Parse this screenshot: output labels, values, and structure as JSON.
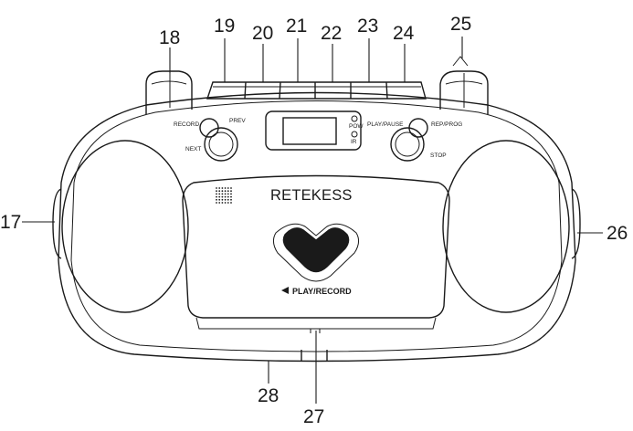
{
  "callouts": [
    {
      "id": "17",
      "label": "17"
    },
    {
      "id": "18",
      "label": "18"
    },
    {
      "id": "19",
      "label": "19"
    },
    {
      "id": "20",
      "label": "20"
    },
    {
      "id": "21",
      "label": "21"
    },
    {
      "id": "22",
      "label": "22"
    },
    {
      "id": "23",
      "label": "23"
    },
    {
      "id": "24",
      "label": "24"
    },
    {
      "id": "25",
      "label": "25"
    },
    {
      "id": "26",
      "label": "26"
    },
    {
      "id": "27",
      "label": "27"
    },
    {
      "id": "28",
      "label": "28"
    }
  ],
  "panel": {
    "record": "RECORD",
    "prev": "PREV",
    "next": "NEXT",
    "play_pause": "PLAY/PAUSE",
    "rep_prog": "REP/PROG",
    "stop": "STOP",
    "pow": "POW",
    "ir": "IR"
  },
  "brand": {
    "text": "RETEKESS"
  },
  "cassette": {
    "label": "PLAY/RECORD"
  }
}
